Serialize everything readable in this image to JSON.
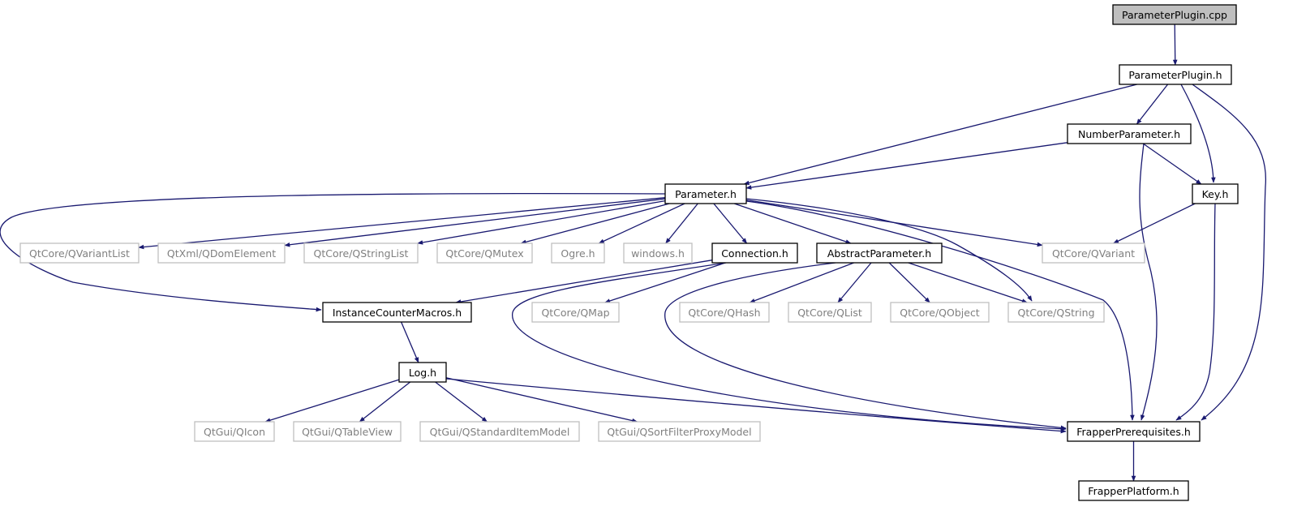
{
  "colors": {
    "edge": "#191970",
    "root_fill": "#bfbfbf",
    "documented_border": "#000000",
    "external_border": "#bfbfbf",
    "external_text": "#808080",
    "text": "#000000"
  },
  "nodes": {
    "parameterplugin_cpp": {
      "label": "ParameterPlugin.cpp",
      "kind": "root"
    },
    "parameterplugin_h": {
      "label": "ParameterPlugin.h",
      "kind": "documented"
    },
    "numberparameter_h": {
      "label": "NumberParameter.h",
      "kind": "documented"
    },
    "parameter_h": {
      "label": "Parameter.h",
      "kind": "documented"
    },
    "key_h": {
      "label": "Key.h",
      "kind": "documented"
    },
    "qvariantlist": {
      "label": "QtCore/QVariantList",
      "kind": "external"
    },
    "qdomelement": {
      "label": "QtXml/QDomElement",
      "kind": "external"
    },
    "qstringlist": {
      "label": "QtCore/QStringList",
      "kind": "external"
    },
    "qmutex": {
      "label": "QtCore/QMutex",
      "kind": "external"
    },
    "ogre_h": {
      "label": "Ogre.h",
      "kind": "external"
    },
    "windows_h": {
      "label": "windows.h",
      "kind": "external"
    },
    "connection_h": {
      "label": "Connection.h",
      "kind": "documented"
    },
    "abstractparameter_h": {
      "label": "AbstractParameter.h",
      "kind": "documented"
    },
    "qvariant": {
      "label": "QtCore/QVariant",
      "kind": "external"
    },
    "instancecountermacros_h": {
      "label": "InstanceCounterMacros.h",
      "kind": "documented"
    },
    "qmap": {
      "label": "QtCore/QMap",
      "kind": "external"
    },
    "qhash": {
      "label": "QtCore/QHash",
      "kind": "external"
    },
    "qlist": {
      "label": "QtCore/QList",
      "kind": "external"
    },
    "qobject": {
      "label": "QtCore/QObject",
      "kind": "external"
    },
    "qstring": {
      "label": "QtCore/QString",
      "kind": "external"
    },
    "log_h": {
      "label": "Log.h",
      "kind": "documented"
    },
    "qicon": {
      "label": "QtGui/QIcon",
      "kind": "external"
    },
    "qtableview": {
      "label": "QtGui/QTableView",
      "kind": "external"
    },
    "qstandarditemmodel": {
      "label": "QtGui/QStandardItemModel",
      "kind": "external"
    },
    "qsortfilterproxymodel": {
      "label": "QtGui/QSortFilterProxyModel",
      "kind": "external"
    },
    "frapperprerequisites_h": {
      "label": "FrapperPrerequisites.h",
      "kind": "documented"
    },
    "frapperplatform_h": {
      "label": "FrapperPlatform.h",
      "kind": "documented"
    }
  },
  "edges": [
    [
      "parameterplugin_cpp",
      "parameterplugin_h"
    ],
    [
      "parameterplugin_h",
      "parameter_h"
    ],
    [
      "parameterplugin_h",
      "numberparameter_h"
    ],
    [
      "parameterplugin_h",
      "key_h"
    ],
    [
      "parameterplugin_h",
      "frapperprerequisites_h"
    ],
    [
      "numberparameter_h",
      "parameter_h"
    ],
    [
      "numberparameter_h",
      "key_h"
    ],
    [
      "numberparameter_h",
      "frapperprerequisites_h"
    ],
    [
      "key_h",
      "qvariant"
    ],
    [
      "key_h",
      "frapperprerequisites_h"
    ],
    [
      "parameter_h",
      "instancecountermacros_h"
    ],
    [
      "parameter_h",
      "qvariantlist"
    ],
    [
      "parameter_h",
      "qdomelement"
    ],
    [
      "parameter_h",
      "qstringlist"
    ],
    [
      "parameter_h",
      "qmutex"
    ],
    [
      "parameter_h",
      "ogre_h"
    ],
    [
      "parameter_h",
      "windows_h"
    ],
    [
      "parameter_h",
      "connection_h"
    ],
    [
      "parameter_h",
      "abstractparameter_h"
    ],
    [
      "parameter_h",
      "qvariant"
    ],
    [
      "parameter_h",
      "qstring"
    ],
    [
      "parameter_h",
      "frapperprerequisites_h"
    ],
    [
      "connection_h",
      "instancecountermacros_h"
    ],
    [
      "connection_h",
      "qmap"
    ],
    [
      "connection_h",
      "frapperprerequisites_h"
    ],
    [
      "abstractparameter_h",
      "qhash"
    ],
    [
      "abstractparameter_h",
      "qlist"
    ],
    [
      "abstractparameter_h",
      "qobject"
    ],
    [
      "abstractparameter_h",
      "qstring"
    ],
    [
      "abstractparameter_h",
      "frapperprerequisites_h"
    ],
    [
      "instancecountermacros_h",
      "log_h"
    ],
    [
      "log_h",
      "qicon"
    ],
    [
      "log_h",
      "qtableview"
    ],
    [
      "log_h",
      "qstandarditemmodel"
    ],
    [
      "log_h",
      "qsortfilterproxymodel"
    ],
    [
      "log_h",
      "frapperprerequisites_h"
    ],
    [
      "frapperprerequisites_h",
      "frapperplatform_h"
    ]
  ]
}
